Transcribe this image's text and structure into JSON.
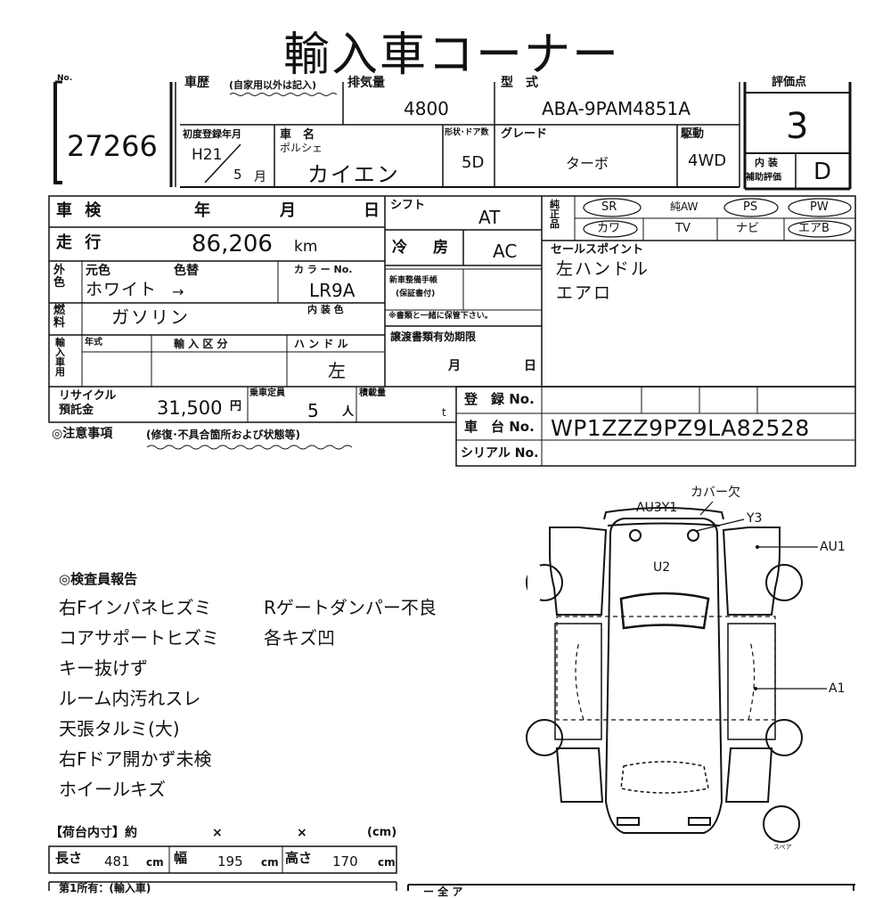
{
  "title": "輸入車コーナー",
  "no_label": "No.",
  "lot_no": "27266",
  "history_label": "車歴",
  "history_note": "(自家用以外は記入)",
  "displacement_label": "排気量",
  "displacement": "4800",
  "model_type_label": "型　式",
  "model_type": "ABA-9PAM4851A",
  "score_label": "評価点",
  "score": "3",
  "first_reg_label": "初度登録年月",
  "first_reg_year": "H21",
  "first_reg_month": "5",
  "month_unit": "月",
  "car_name_label": "車　名",
  "maker": "ポルシェ",
  "car_name": "カイエン",
  "shape_label": "形状･ドア数",
  "doors": "5D",
  "grade_label": "グレード",
  "grade": "ターボ",
  "drive_label": "駆動",
  "drive": "4WD",
  "interior_score_label_1": "内 装",
  "interior_score_label_2": "補助評価",
  "interior_score": "D",
  "inspection_label": "車 検",
  "year_label": "年",
  "month_label": "月",
  "day_label": "日",
  "shift_label": "シフト",
  "shift": "AT",
  "mileage_label": "走 行",
  "mileage": "86,206",
  "mileage_unit": "km",
  "ac_label": "冷　房",
  "ac": "AC",
  "genuine_label": "純正品",
  "options": [
    "SR",
    "純AW",
    "PS",
    "PW",
    "カワ",
    "TV",
    "ナビ",
    "エアB"
  ],
  "exterior_label": "外色",
  "orig_color_label": "元色",
  "color_change_label": "色替",
  "orig_color": "ホワイト",
  "arrow": "→",
  "color_no_label": "カ ラ ー No.",
  "color_no": "LR9A",
  "interior_color_label": "内 装 色",
  "fuel_label": "燃料",
  "fuel": "ガソリン",
  "maint_label_1": "新車整備手帳",
  "maint_label_2": "(保証書付)",
  "maint_note": "※書類と一緒に保管下さい。",
  "sales_label": "セールスポイント",
  "sales_points": [
    "左ハンドル",
    "エアロ"
  ],
  "import_label": "輸入車用",
  "model_year_label": "年式",
  "import_class_label": "輸 入 区 分",
  "handle_label": "ハ ン ド ル",
  "handle": "左",
  "doc_expiry_label": "譲渡書類有効期限",
  "recycle_label_1": "リサイクル",
  "recycle_label_2": "預託金",
  "recycle_amount": "31,500",
  "yen": "円",
  "capacity_label": "乗車定員",
  "capacity": "5",
  "capacity_unit": "人",
  "load_label": "積載量",
  "load_unit": "t",
  "reg_no_label": "登　録 No.",
  "chassis_label": "車　台 No.",
  "chassis_no": "WP1ZZZ9PZ9LA82528",
  "serial_label": "シリアル No.",
  "caution_label": "◎注意事項",
  "caution_note": "(修復･不具合箇所および状態等)",
  "inspector_title": "◎検査員報告",
  "report_col1": [
    "右Fインパネヒズミ",
    "コアサポートヒズミ",
    "キー抜けず",
    "ルーム内汚れスレ",
    "天張タルミ(大)",
    "右Fドア開かず未検",
    "ホイールキズ"
  ],
  "report_col2": [
    "Rゲートダンパー不良",
    "各キズ凹"
  ],
  "diagram": {
    "cover_missing": "カバー欠",
    "au3y1": "AU3Y1",
    "y3": "Y3",
    "au1": "AU1",
    "u2": "U2",
    "a1": "A1",
    "spare": "スペア"
  },
  "cargo_label": "【荷台内寸】約",
  "times": "×",
  "cm_label": "(cm)",
  "length_label": "長さ",
  "length": "481",
  "width_label": "幅",
  "width": "195",
  "height_label": "高さ",
  "height": "170",
  "cm": "cm",
  "owner_label": "第1所有：(輸入車)",
  "lower_text": "ー 全 ア"
}
